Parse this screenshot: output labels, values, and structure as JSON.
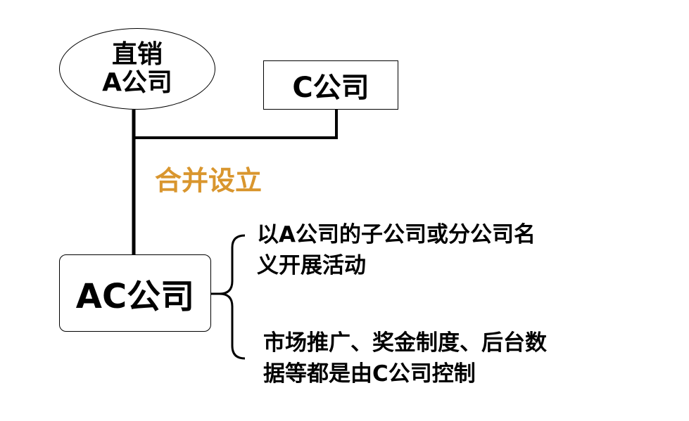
{
  "nodes": {
    "direct_sales": {
      "line1": "直销",
      "line2": "A公司"
    },
    "company_c": {
      "label": "C公司"
    },
    "company_ac": {
      "label": "AC公司"
    }
  },
  "merge_label": "合并设立",
  "descriptions": [
    {
      "line1": "以A公司的子公司或分公司名",
      "line2": "义开展活动"
    },
    {
      "line1": "市场推广、奖金制度、后台数",
      "line2": "据等都是由C公司控制"
    }
  ],
  "colors": {
    "accent": "#d9962e",
    "text": "#000000",
    "line": "#000000"
  }
}
